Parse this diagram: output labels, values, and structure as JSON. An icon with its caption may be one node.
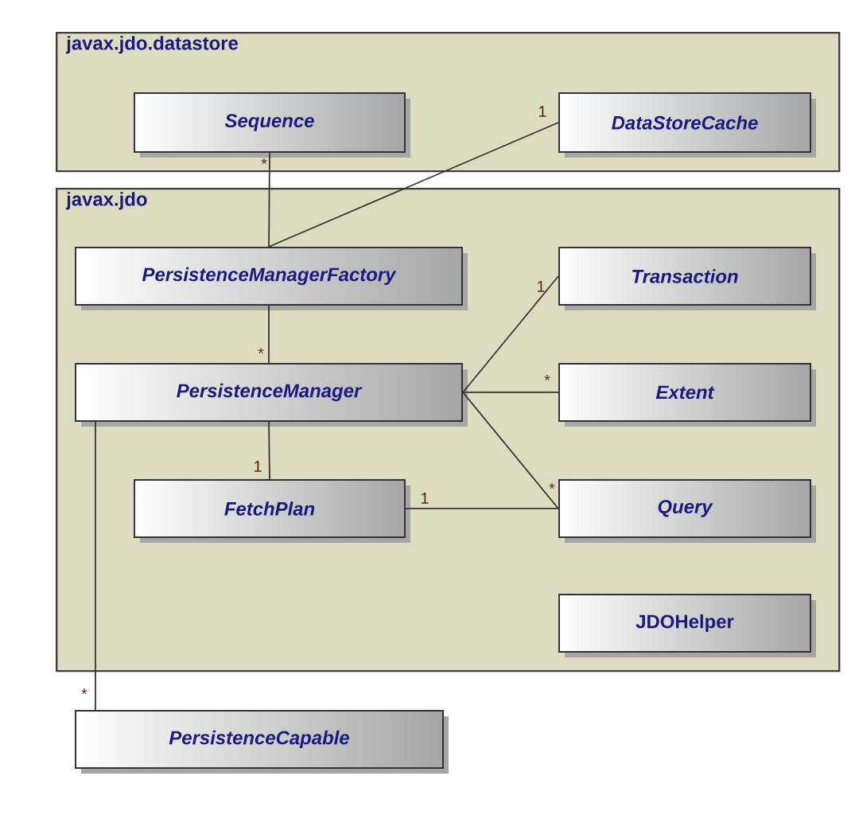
{
  "diagram": {
    "nodes": [
      {
        "text": [
          "javax.jdo.datastore"
        ]
      },
      {
        "text": [
          "Sequence"
        ],
        "in": 0
      },
      {
        "text": [
          "DataStoreCache"
        ],
        "in": 0
      },
      {
        "text": [
          "javax.jdo"
        ]
      },
      {
        "text": [
          "PersistenceManagerFactory"
        ],
        "in": 3
      },
      {
        "text": [
          "Transaction"
        ],
        "in": 3
      },
      {
        "text": [
          "PersistenceManager"
        ],
        "in": 3
      },
      {
        "text": [
          "Extent"
        ],
        "in": 3
      },
      {
        "text": [
          "FetchPlan"
        ],
        "in": 3
      },
      {
        "text": [
          "Query"
        ],
        "in": 3
      },
      {
        "text": [
          "JDOHelper"
        ],
        "in": 3
      },
      {
        "text": [
          "PersistenceCapable"
        ]
      }
    ],
    "edges": [
      {
        "from": 1,
        "to": 4,
        "arrow": "none"
      },
      {
        "from": 4,
        "to": 2,
        "arrow": "none"
      },
      {
        "from": 4,
        "to": 6,
        "arrow": "none"
      },
      {
        "from": 6,
        "to": 5,
        "arrow": "none"
      },
      {
        "from": 6,
        "to": 7,
        "arrow": "none"
      },
      {
        "from": 6,
        "to": 9,
        "arrow": "none"
      },
      {
        "from": 6,
        "to": 8,
        "arrow": "none"
      },
      {
        "from": 8,
        "to": 9,
        "arrow": "none"
      },
      {
        "from": 6,
        "to": 11,
        "arrow": "none"
      }
    ],
    "labels": [
      "1",
      "*",
      "1",
      "*",
      "*",
      "1",
      "*",
      "1",
      "*"
    ]
  }
}
